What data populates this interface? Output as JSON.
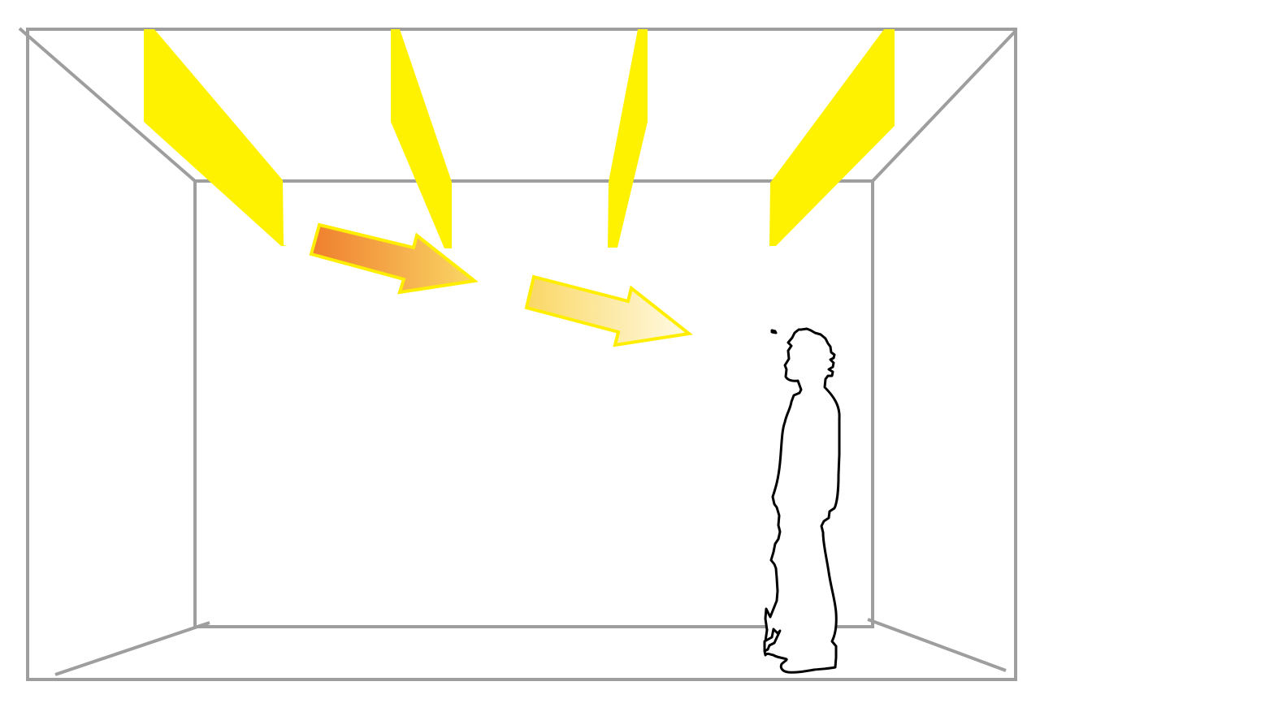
{
  "diagram": {
    "type": "room-lighting-illustration",
    "colors": {
      "background": "#ffffff",
      "room_lines": "#9e9e9e",
      "baffles": "#fff200",
      "arrow_outline": "#ffee00",
      "arrow_1_gradient": [
        "#ef7e2d",
        "#fad766"
      ],
      "arrow_2_gradient": [
        "#fad764",
        "#fffbe6"
      ],
      "person_outline": "#000000"
    },
    "elements": {
      "room": "room-perspective-box",
      "baffles": [
        "ceiling-baffle",
        "ceiling-baffle",
        "ceiling-baffle",
        "ceiling-baffle"
      ],
      "arrows": [
        "light-direction-arrow",
        "light-direction-arrow"
      ],
      "person": "person-silhouette"
    }
  }
}
